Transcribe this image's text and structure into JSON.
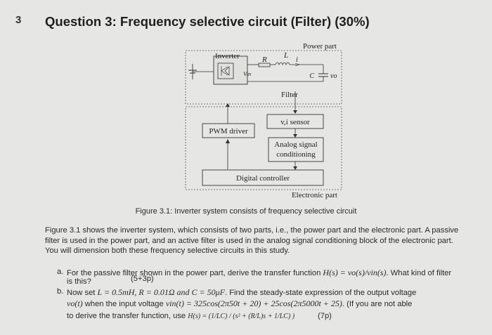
{
  "page_number": "3",
  "question_title": "Question 3: Frequency selective circuit (Filter) (30%)",
  "figure": {
    "power_part_label": "Power part",
    "inverter_label": "Inverter",
    "r_label": "R",
    "l_label": "L",
    "i_label": "i",
    "vin_label": "Vin",
    "c_label": "C",
    "vo_label": "vo",
    "filter_label": "Filter",
    "sensor_label": "v,i sensor",
    "pwm_label": "PWM driver",
    "analog_line1": "Analog signal",
    "analog_line2": "conditioning",
    "digital_label": "Digital controller",
    "electronic_label": "Electronic part"
  },
  "figure_caption": "Figure 3.1: Inverter system consists of frequency selective circuit",
  "body_paragraph": "Figure 3.1 shows the inverter system, which consists of two parts, i.e., the power part and the electronic part. A passive filter is used in the power part, and an active filter is used in the analog signal conditioning block of the electronic part. You will dimension both these frequency selective circuits in this study.",
  "item_a": {
    "marker": "a.",
    "line1_text": "For the passive filter shown in the power part, derive the transfer function",
    "tf_formula": "H(s) = vo(s)/vin(s)",
    "line1_tail": ". What kind of filter",
    "line2_text": "is this?",
    "points": "(5+3p)"
  },
  "item_b": {
    "marker": "b.",
    "line1_prefix": "Now set",
    "params": "L = 0.5mH, R = 0.01Ω and C = 50μF",
    "line1_suffix": ". Find the steady-state expression of the output voltage",
    "vo_t": "vo(t)",
    "line2_mid": "when the input voltage",
    "vin_expr": "vin(t) = 325cos(2π50t + 20) + 25cos(2π5000t + 25)",
    "line2_tail": ". (If you are not able",
    "line3_text": "to derive the transfer function, use",
    "h_fallback": "H(s) = (1/LC) / (s² + (R/L)s + 1/LC) )",
    "points": "(7p)"
  }
}
